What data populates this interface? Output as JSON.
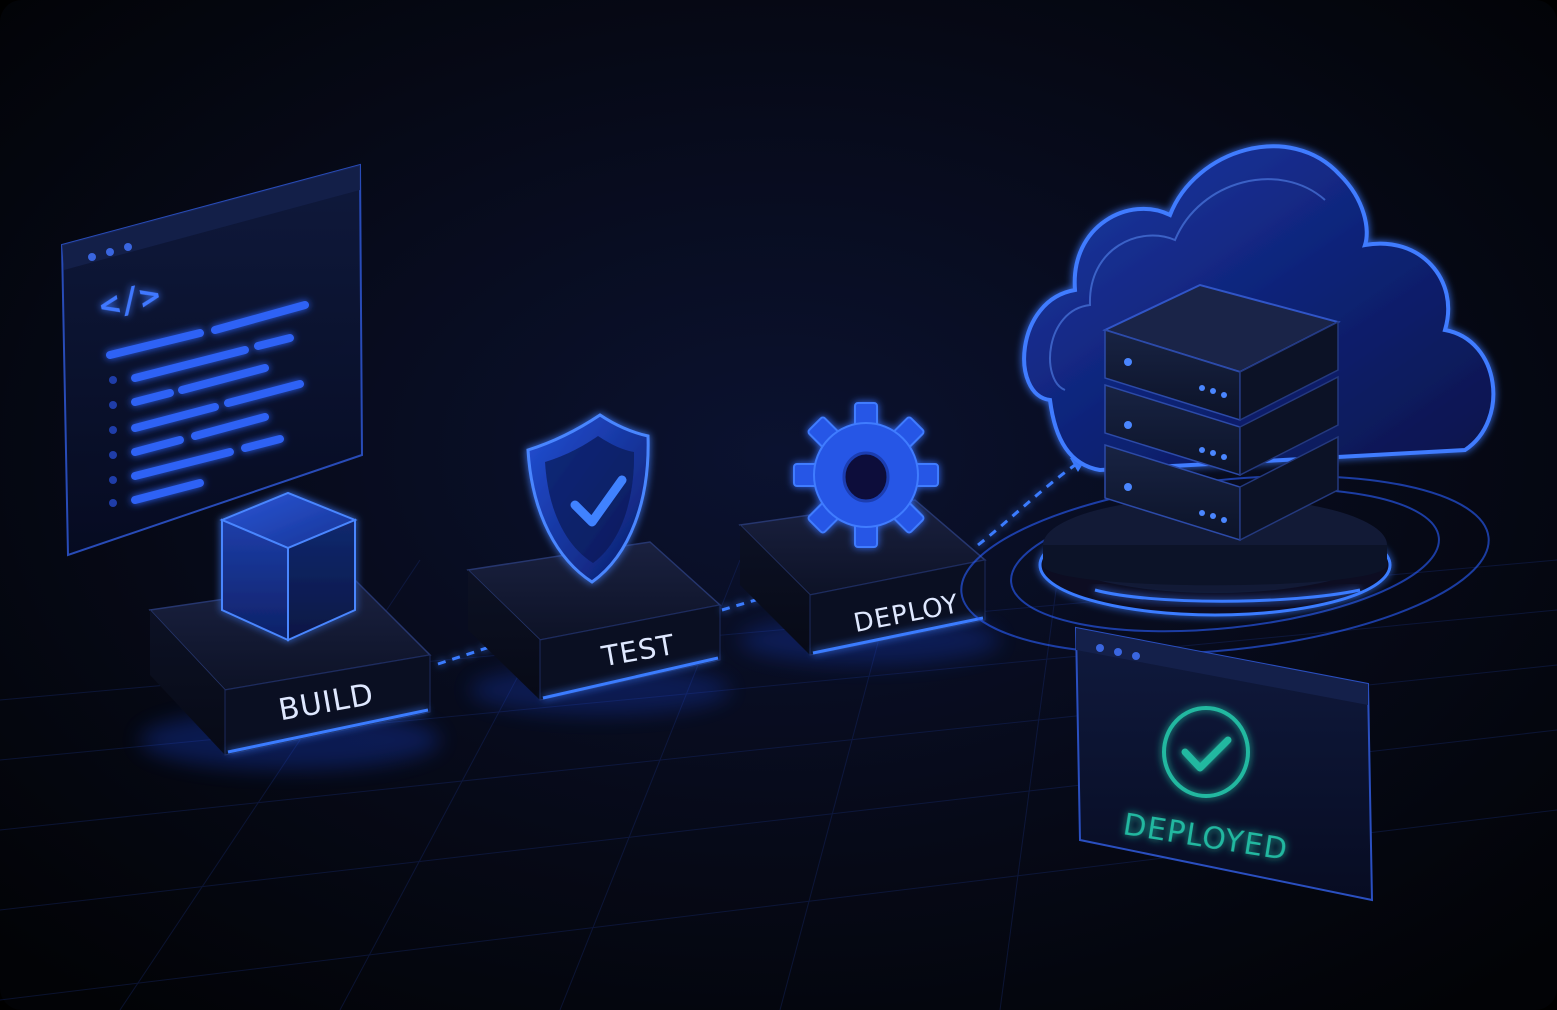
{
  "stages": [
    {
      "id": "build",
      "label": "BUILD",
      "icon": "cube-icon"
    },
    {
      "id": "test",
      "label": "TEST",
      "icon": "shield-check-icon"
    },
    {
      "id": "deploy",
      "label": "DEPLOY",
      "icon": "gear-icon"
    }
  ],
  "code_window": {
    "code_glyph": "</>"
  },
  "destination": {
    "icon": "cloud-server-icon"
  },
  "status": {
    "label": "DEPLOYED",
    "icon": "check-circle-icon"
  },
  "colors": {
    "background": "#05070f",
    "accent": "#2f6dff",
    "glow": "#3a7bff",
    "label_text": "#dfe8ff",
    "success": "#22b8a0"
  }
}
